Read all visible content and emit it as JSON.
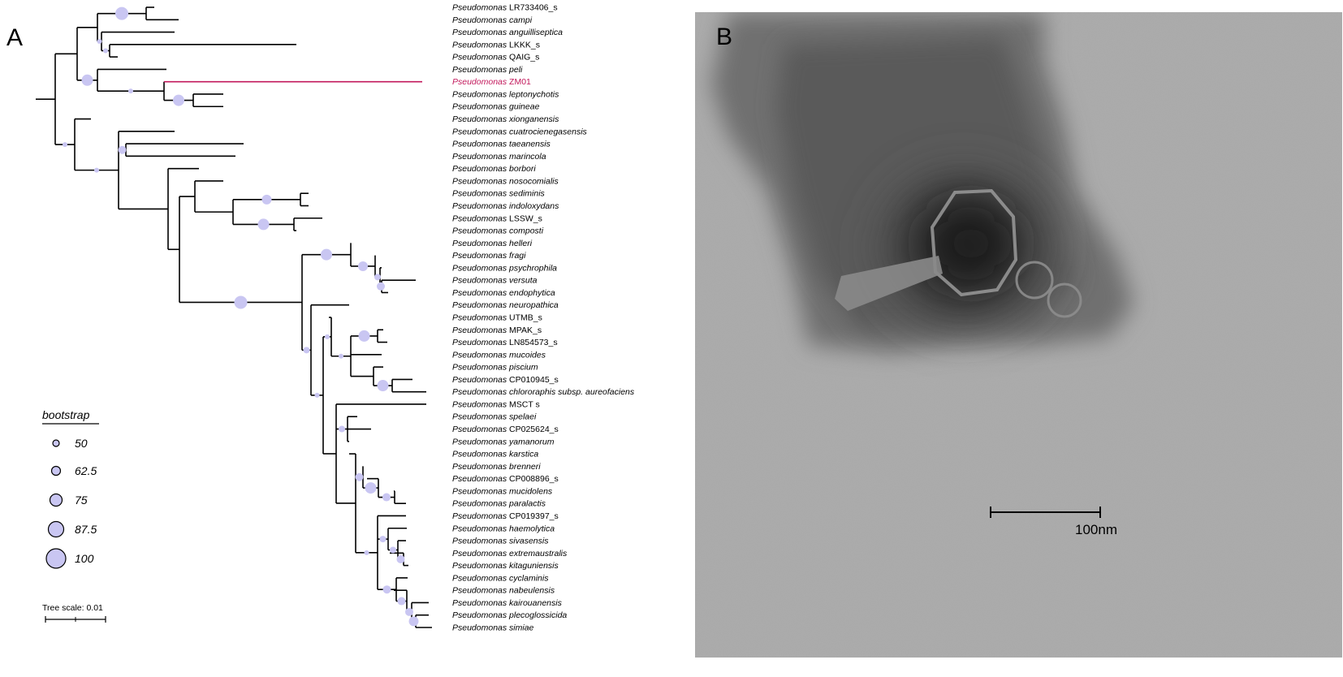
{
  "panel_a": {
    "letter": "A",
    "genus": "Pseudomonas",
    "highlight_color": "#c2185b",
    "bootstrap_color": "#c9c6f2",
    "taxa": [
      {
        "strain": "LR733406_s",
        "italic": false
      },
      {
        "strain": "campi",
        "italic": true
      },
      {
        "strain": "anguilliseptica",
        "italic": true
      },
      {
        "strain": "LKKK_s",
        "italic": false
      },
      {
        "strain": "QAIG_s",
        "italic": false
      },
      {
        "strain": "peli",
        "italic": true
      },
      {
        "strain": "ZM01",
        "italic": false,
        "highlight": true
      },
      {
        "strain": "leptonychotis",
        "italic": true
      },
      {
        "strain": "guineae",
        "italic": true
      },
      {
        "strain": "xionganensis",
        "italic": true
      },
      {
        "strain": "cuatrocienegasensis",
        "italic": true
      },
      {
        "strain": "taeanensis",
        "italic": true
      },
      {
        "strain": "marincola",
        "italic": true
      },
      {
        "strain": "borbori",
        "italic": true
      },
      {
        "strain": "nosocomialis",
        "italic": true
      },
      {
        "strain": "sediminis",
        "italic": true
      },
      {
        "strain": "indoloxydans",
        "italic": true
      },
      {
        "strain": "LSSW_s",
        "italic": false
      },
      {
        "strain": "composti",
        "italic": true
      },
      {
        "strain": "helleri",
        "italic": true
      },
      {
        "strain": "fragi",
        "italic": true
      },
      {
        "strain": "psychrophila",
        "italic": true
      },
      {
        "strain": "versuta",
        "italic": true
      },
      {
        "strain": "endophytica",
        "italic": true
      },
      {
        "strain": "neuropathica",
        "italic": true
      },
      {
        "strain": "UTMB_s",
        "italic": false
      },
      {
        "strain": "MPAK_s",
        "italic": false
      },
      {
        "strain": "LN854573_s",
        "italic": false
      },
      {
        "strain": "mucoides",
        "italic": true
      },
      {
        "strain": "piscium",
        "italic": true
      },
      {
        "strain": "CP010945_s",
        "italic": false
      },
      {
        "strain": "chlororaphis subsp. aureofaciens",
        "italic": true
      },
      {
        "strain": "MSCT s",
        "italic": false
      },
      {
        "strain": "spelaei",
        "italic": true
      },
      {
        "strain": "CP025624_s",
        "italic": false
      },
      {
        "strain": "yamanorum",
        "italic": true
      },
      {
        "strain": "karstica",
        "italic": true
      },
      {
        "strain": "brenneri",
        "italic": true
      },
      {
        "strain": "CP008896_s",
        "italic": false
      },
      {
        "strain": "mucidolens",
        "italic": true
      },
      {
        "strain": "paralactis",
        "italic": true
      },
      {
        "strain": "CP019397_s",
        "italic": false
      },
      {
        "strain": "haemolytica",
        "italic": true
      },
      {
        "strain": "sivasensis",
        "italic": true
      },
      {
        "strain": "extremaustralis",
        "italic": true
      },
      {
        "strain": "kitaguniensis",
        "italic": true
      },
      {
        "strain": "cyclaminis",
        "italic": true
      },
      {
        "strain": "nabeulensis",
        "italic": true
      },
      {
        "strain": "kairouanensis",
        "italic": true
      },
      {
        "strain": "plecoglossicida",
        "italic": true
      },
      {
        "strain": "simiae",
        "italic": true
      }
    ],
    "legend": {
      "title": "bootstrap",
      "values": [
        "50",
        "62.5",
        "75",
        "87.5",
        "100"
      ]
    },
    "tree_scale": "Tree scale: 0.01"
  },
  "panel_b": {
    "letter": "B",
    "scale_bar_label": "100nm"
  }
}
